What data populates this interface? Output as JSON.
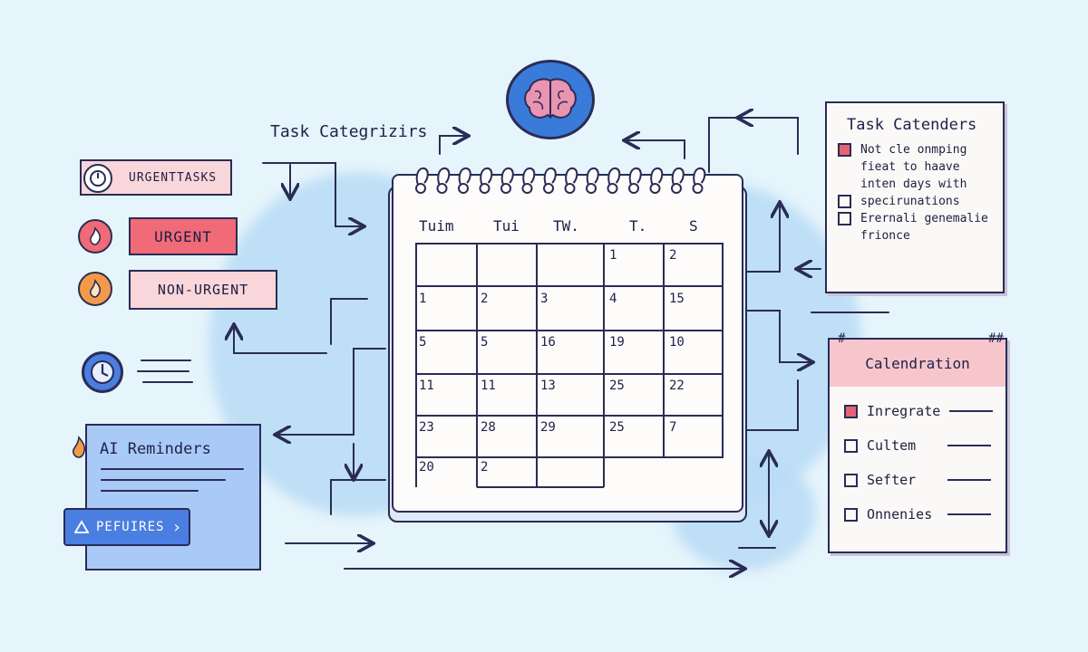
{
  "colors": {
    "background": "#e6f4fb",
    "ink": "#2a2c55",
    "urgent_red": "#f06a78",
    "urgent_pink": "#f6b8c0",
    "nonurgent_pink": "#f9d6da",
    "flame_orange": "#f39a4a",
    "clock_blue": "#4a7ee0",
    "reminder_panel": "#a9c9f6",
    "brain_pink": "#e994b0",
    "brain_circle": "#3a7ad8",
    "calendar_header": "#f7c6cc"
  },
  "left": {
    "title": "Task Categrizirs",
    "urgent_tasks_label": "URGENTTASKS",
    "urgent_label": "URGENT",
    "non_urgent_label": "NON-URGENT"
  },
  "reminders": {
    "title": "AI Reminders",
    "button_label": "PEFUIRES"
  },
  "calendar": {
    "weekdays": [
      "Tuim",
      "Tui",
      "TW.",
      "T.",
      "S"
    ],
    "rows": [
      [
        "",
        "",
        "",
        "1",
        "2"
      ],
      [
        "1",
        "2",
        "3",
        "4",
        "15"
      ],
      [
        "5",
        "5",
        "16",
        "19",
        "10"
      ],
      [
        "11",
        "11",
        "13",
        "25",
        "22"
      ],
      [
        "23",
        "28",
        "29",
        "25",
        "7"
      ],
      [
        "20",
        "2",
        "",
        "",
        ""
      ]
    ]
  },
  "task_calendars": {
    "title": "Task Catenders",
    "items": [
      {
        "text": "Not cle onmping",
        "checked": true
      },
      {
        "text": "fieat to haave",
        "checked": false
      },
      {
        "text": "inten days with",
        "checked": false
      },
      {
        "text": "specirunations",
        "checked": false
      },
      {
        "text": "Erernali genemalie",
        "checked": false
      },
      {
        "text": "frionce",
        "checked": false
      }
    ]
  },
  "integration": {
    "title": "Calendration",
    "items": [
      {
        "text": "Inregrate",
        "checked": true
      },
      {
        "text": "Cultem",
        "checked": false
      },
      {
        "text": "Sefter",
        "checked": false
      },
      {
        "text": "Onnenies",
        "checked": false
      }
    ]
  }
}
